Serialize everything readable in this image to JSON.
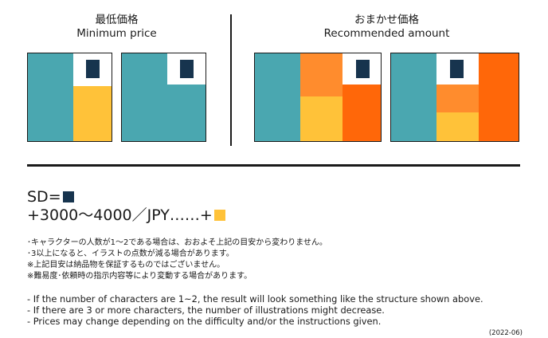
{
  "headings": {
    "min_jp": "最低価格",
    "min_en": "Minimum price",
    "rec_jp": "おまかせ価格",
    "rec_en": "Recommended amount"
  },
  "colors": {
    "teal": "#4aa7b0",
    "yellow": "#ffc239",
    "orange": "#ff8c2d",
    "dark_orange": "#ff6709",
    "navy": "#17344e",
    "white": "#ffffff",
    "ink": "#1a1a1a"
  },
  "legend": {
    "sd_label": "SD=",
    "sd_icon": "navy-square-icon",
    "price_text": "+3000〜4000／JPY……+",
    "price_icon": "yellow-square-icon"
  },
  "notes_jp": [
    "･キャラクターの人数が1〜2である場合は、おおよそ上記の目安から変わりません。",
    "･3以上になると、イラストの点数が減る場合があります。",
    "※上記目安は納品物を保証するものではございません。",
    "※難易度･依頼時の指示内容等により変動する場合があります。"
  ],
  "notes_en": [
    "- If the number of characters are 1~2, the result will look something like the structure shown above.",
    "- If there are 3 or more characters, the number of illustrations might decrease.",
    "- Prices may change depending on the difficulty and/or the instructions given."
  ],
  "date": "(2022-06)"
}
